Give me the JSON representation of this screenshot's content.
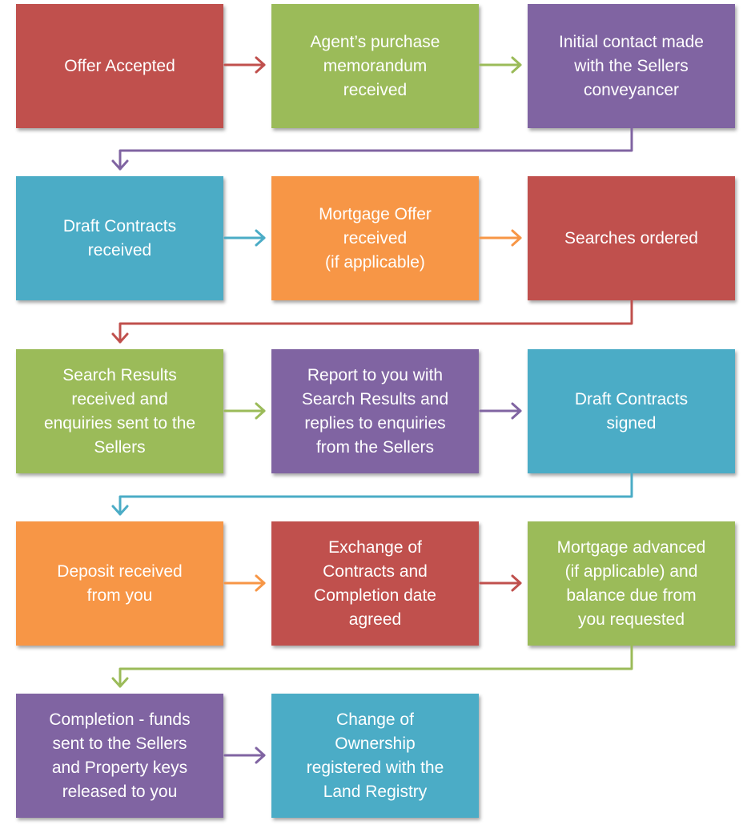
{
  "steps": [
    {
      "label": "Offer Accepted",
      "color": "#c0504d"
    },
    {
      "label": "Agent’s purchase\nmemorandum\nreceived",
      "color": "#9bbb59"
    },
    {
      "label": "Initial contact made\nwith the Sellers\nconveyancer",
      "color": "#8064a2"
    },
    {
      "label": "Draft Contracts\nreceived",
      "color": "#4bacc6"
    },
    {
      "label": "Mortgage Offer\nreceived\n(if applicable)",
      "color": "#f79646"
    },
    {
      "label": "Searches ordered",
      "color": "#c0504d"
    },
    {
      "label": "Search Results\nreceived and\nenquiries sent to the\nSellers",
      "color": "#9bbb59"
    },
    {
      "label": "Report to you with\nSearch Results and\nreplies to enquiries\nfrom the Sellers",
      "color": "#8064a2"
    },
    {
      "label": "Draft Contracts\nsigned",
      "color": "#4bacc6"
    },
    {
      "label": "Deposit received\nfrom you",
      "color": "#f79646"
    },
    {
      "label": "Exchange of\nContracts and\nCompletion date\nagreed",
      "color": "#c0504d"
    },
    {
      "label": "Mortgage advanced\n(if applicable) and\nbalance due from\nyou requested",
      "color": "#9bbb59"
    },
    {
      "label": "Completion - funds\nsent to the Sellers\nand Property keys\nreleased to you",
      "color": "#8064a2"
    },
    {
      "label": "Change of\nOwnership\nregistered with the\nLand Registry",
      "color": "#4bacc6"
    }
  ]
}
